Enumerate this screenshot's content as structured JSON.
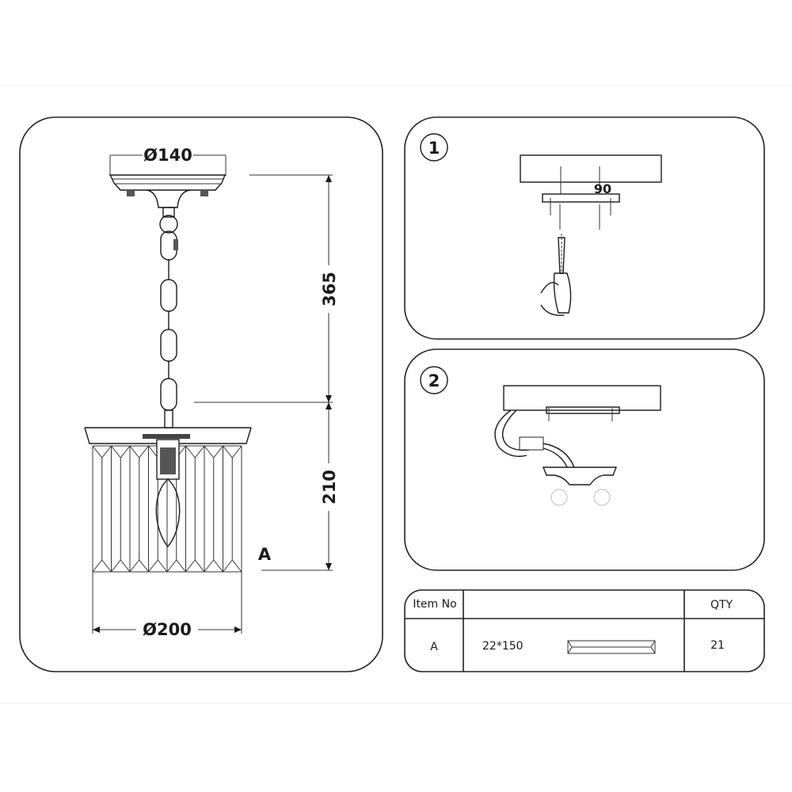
{
  "main_drawing": {
    "canopy_diameter": "Ø140",
    "chain_height": "365",
    "shade_height": "210",
    "shade_diameter": "Ø200",
    "crystal_label": "A"
  },
  "step1": {
    "number": "1",
    "hole_spacing": "90"
  },
  "step2": {
    "number": "2"
  },
  "parts_table": {
    "headers": {
      "item_no": "Item No",
      "description": "",
      "qty": "QTY"
    },
    "rows": [
      {
        "item_no": "A",
        "size": "22*150",
        "qty": "21"
      }
    ]
  }
}
